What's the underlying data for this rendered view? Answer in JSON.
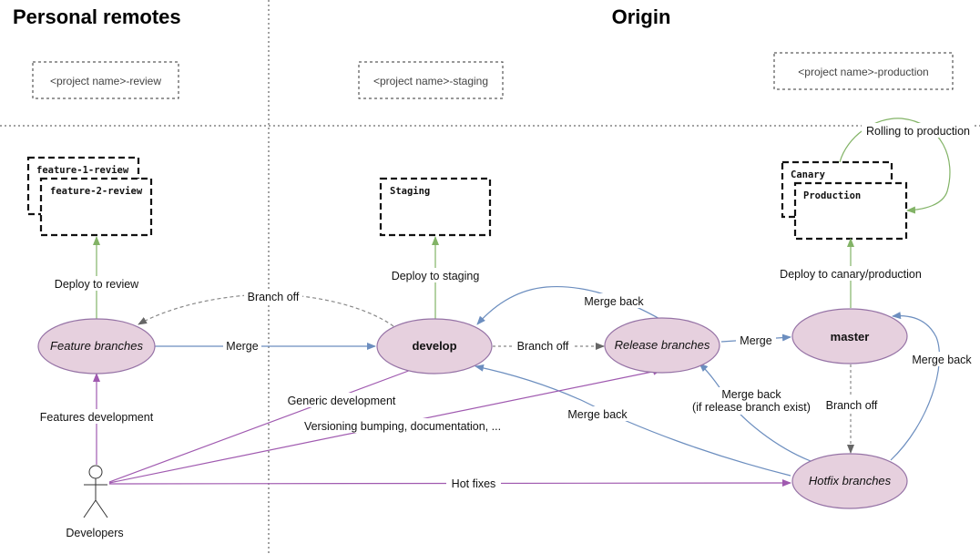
{
  "titles": {
    "left": "Personal remotes",
    "right": "Origin"
  },
  "environments": {
    "review": "<project name>-review",
    "staging": "<project name>-staging",
    "production": "<project name>-production"
  },
  "deploy_boxes": {
    "feature1": "feature-1-review",
    "feature2": "feature-2-review",
    "staging": "Staging",
    "canary": "Canary",
    "production": "Production"
  },
  "nodes": {
    "feature": "Feature branches",
    "develop": "develop",
    "release": "Release branches",
    "master": "master",
    "hotfix": "Hotfix branches",
    "developers": "Developers"
  },
  "edge_labels": {
    "deploy_review": "Deploy to review",
    "deploy_staging": "Deploy to staging",
    "deploy_canary": "Deploy to canary/production",
    "rolling": "Rolling to production",
    "branch_off_feature": "Branch off",
    "merge_feature": "Merge",
    "branch_off_release": "Branch off",
    "merge_back_release": "Merge back",
    "merge_master": "Merge",
    "merge_back_master": "Merge back",
    "merge_back_hotfix_release_1": "Merge back",
    "merge_back_hotfix_release_2": "(if release branch exist)",
    "branch_off_hotfix": "Branch off",
    "merge_back_hotfix_develop": "Merge back",
    "features_development": "Features development",
    "generic_development": "Generic development",
    "versioning": "Versioning bumping, documentation, ...",
    "hot_fixes": "Hot fixes"
  },
  "colors": {
    "node_fill": "#e6d0de",
    "node_stroke": "#9673a6",
    "blue_edge": "#6c8ebf",
    "green_edge": "#82b366",
    "purple_edge": "#a05ab0",
    "gray_edge": "#888888"
  }
}
